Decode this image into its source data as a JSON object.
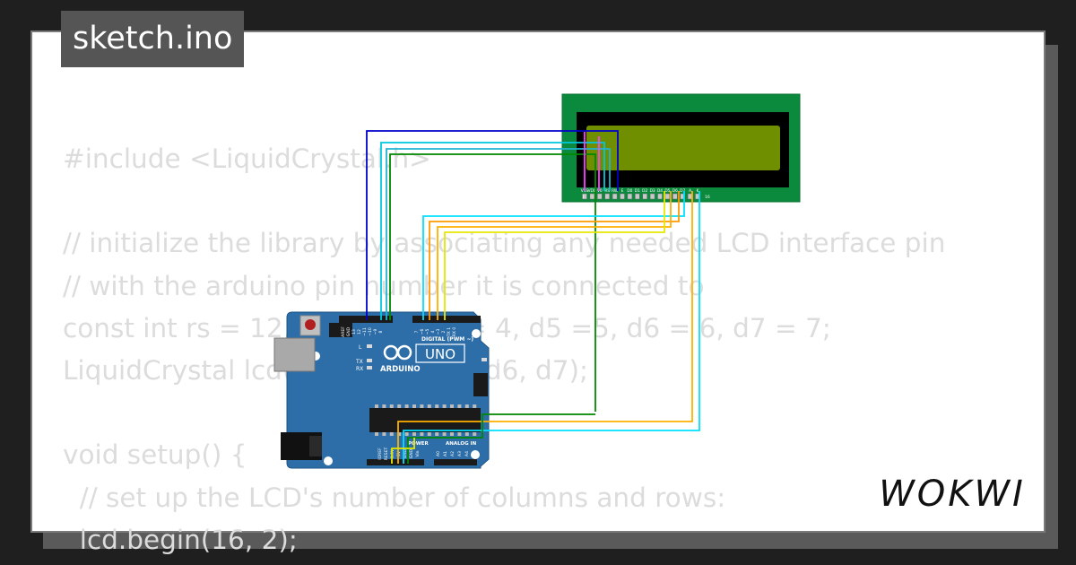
{
  "project": {
    "filename": "sketch.ino"
  },
  "code_lines": [
    "#include <LiquidCrystal.h>",
    "",
    "// initialize the library by associating any needed LCD interface pin",
    "// with the arduino pin number it is connected to",
    "const int rs = 12, en = 11, d4 = 4, d5 =5, d6 = 6, d7 = 7;",
    "LiquidCrystal lcd(rs, en, d4, d5, d6, d7);",
    "",
    "void setup() {",
    "  // set up the LCD's number of columns and rows:",
    "  lcd.begin(16, 2);"
  ],
  "lcd": {
    "pin_labels": [
      "VSS",
      "VDD",
      "V0",
      "RS",
      "RW",
      "E",
      "D0",
      "D1",
      "D2",
      "D3",
      "D4",
      "D5",
      "D6",
      "D7",
      "A",
      "K"
    ],
    "pin_first": "1",
    "pin_last": "16"
  },
  "arduino": {
    "model": "UNO",
    "brand": "ARDUINO",
    "digital_header_label": "DIGITAL (PWM ~)",
    "digital_pins": [
      "AREF",
      "GND",
      "13",
      "12",
      "~11",
      "~10",
      "~9",
      "8",
      "7",
      "~6",
      "~5",
      "4",
      "~3",
      "2",
      "TX 1",
      "RX 0"
    ],
    "power_header_label": "POWER",
    "power_pins": [
      "IOREF",
      "RESET",
      "3.3V",
      "5V",
      "GND",
      "GND",
      "Vin"
    ],
    "analog_header_label": "ANALOG IN",
    "analog_pins": [
      "A0",
      "A1",
      "A2",
      "A3",
      "A4",
      "A5"
    ],
    "led_labels": {
      "l": "L",
      "tx": "TX",
      "rx": "RX",
      "on": "ON"
    }
  },
  "wires": [
    {
      "from": "GND",
      "to": "VSS",
      "color": "#0000c8"
    },
    {
      "from": "13",
      "to": "V0",
      "color": "#00c8e0"
    },
    {
      "from": "12",
      "to": "RS",
      "color": "#22b4d0"
    },
    {
      "from": "11",
      "to": "E",
      "color": "#008800"
    },
    {
      "from": "7",
      "to": "D7",
      "color": "#00e0ff"
    },
    {
      "from": "6",
      "to": "D6",
      "color": "#ff9900"
    },
    {
      "from": "5",
      "to": "D5",
      "color": "#ffb000"
    },
    {
      "from": "4",
      "to": "D4",
      "color": "#e8e800"
    },
    {
      "from": "5V",
      "to": "VDD",
      "color": "#ff40ff"
    },
    {
      "from": "GND",
      "to": "K",
      "color": "#00aaff"
    }
  ],
  "brand_logo": {
    "text": "WOKWI"
  },
  "colors": {
    "board": "#2d6ea8",
    "lcd_pcb": "#0b8a3e",
    "lcd_screen": "#6f8f00",
    "title_tag_bg": "#555555",
    "code_text": "#dcdcdc"
  }
}
